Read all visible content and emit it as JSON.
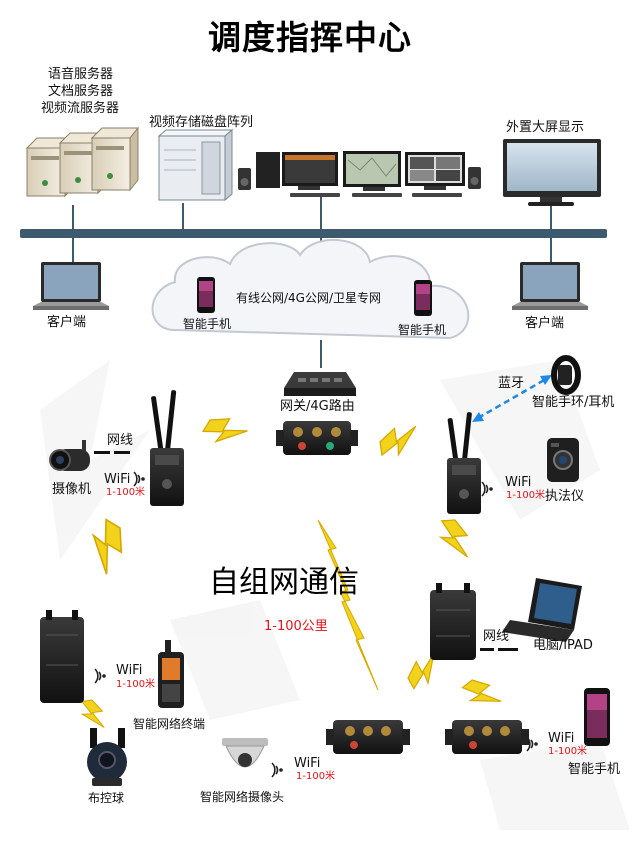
{
  "colors": {
    "bus": "#3d5a6e",
    "lightning": "#f2d21a",
    "lightning_edge": "#d4a800",
    "range_red": "#e0141b",
    "bluetooth_link": "#1e88e5",
    "device_dark": "#1b1b1b"
  },
  "title": "调度指挥中心",
  "center": {
    "servers_label": [
      "语音服务器",
      "文档服务器",
      "视频流服务器"
    ],
    "storage_label": "视频存储磁盘阵列",
    "display_label": "外置大屏显示",
    "client_left_label": "客户端",
    "client_right_label": "客户端"
  },
  "cloud": {
    "network_label": "有线公网/4G公网/卫星专网",
    "phone_left_label": "智能手机",
    "phone_right_label": "智能手机"
  },
  "gateway": {
    "label": "网关/4G路由"
  },
  "left_node": {
    "camera_label": "摄像机",
    "cable_label": "网线",
    "wifi_label": "WiFi",
    "range_label": "1-100米"
  },
  "right_node": {
    "bluetooth_label": "蓝牙",
    "wearable_label": "智能手环/耳机",
    "recorder_label": "执法仪",
    "wifi_label": "WiFi",
    "range_label": "1-100米"
  },
  "mesh": {
    "title": "自组网通信",
    "range_label": "1-100公里"
  },
  "laptop_node": {
    "cable_label": "网线",
    "device_label": "电脑/iPAD"
  },
  "terminal_node": {
    "wifi_label": "WiFi",
    "range_label": "1-100米",
    "terminal_label": "智能网络终端",
    "dome_label": "布控球"
  },
  "ipcam_node": {
    "wifi_label": "WiFi",
    "range_label": "1-100米",
    "camera_label": "智能网络摄像头"
  },
  "phone_node": {
    "wifi_label": "WiFi",
    "range_label": "1-100米",
    "phone_label": "智能手机"
  },
  "icons": [
    "server-icon",
    "storage-array-icon",
    "monitor-icon",
    "speaker-icon",
    "laptop-icon",
    "cloud-icon",
    "smartphone-icon",
    "router-icon",
    "antenna-radio-icon",
    "mesh-radio-box-icon",
    "camera-icon",
    "dome-camera-icon",
    "body-camera-icon",
    "smart-band-icon",
    "handheld-terminal-icon",
    "wifi-icon",
    "lightning-icon"
  ]
}
